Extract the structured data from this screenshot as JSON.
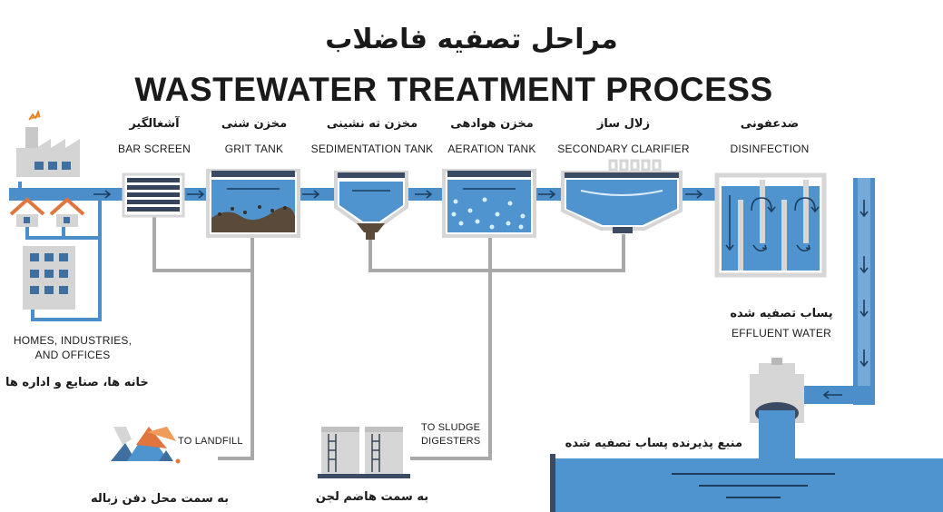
{
  "title_fa": "مراحل تصفیه فاضلاب",
  "title_en": "WASTEWATER TREATMENT PROCESS",
  "stages": [
    {
      "fa": "آشغالگیر",
      "en": "BAR SCREEN"
    },
    {
      "fa": "مخزن شنی",
      "en": "GRIT TANK"
    },
    {
      "fa": "مخزن ته نشینی",
      "en": "SEDIMENTATION TANK"
    },
    {
      "fa": "مخزن هوادهی",
      "en": "AERATION TANK"
    },
    {
      "fa": "زلال ساز",
      "en": "SECONDARY CLARIFIER"
    },
    {
      "fa": "ضدعفونی",
      "en": "DISINFECTION"
    }
  ],
  "sources": {
    "en_line1": "HOMES, INDUSTRIES,",
    "en_line2": "AND OFFICES",
    "fa": "خانه ها، صنایع و اداره ها"
  },
  "effluent": {
    "fa": "پساب تصفیه شده",
    "en": "EFFLUENT WATER"
  },
  "receiver_fa": "منبع پذیرنده پساب تصفیه شده",
  "landfill": {
    "en": "TO LANDFILL",
    "fa": "به سمت محل دفن زباله"
  },
  "digesters": {
    "en_line1": "TO SLUDGE",
    "en_line2": "DIGESTERS",
    "fa": "به سمت هاضم لجن"
  },
  "colors": {
    "pipe": "#4b8ec9",
    "pipe_dark": "#3a6f9e",
    "tank": "#4f93cf",
    "gray_pipe": "#a9a9a9",
    "outline": "#d6d6d6",
    "sludge": "#5a4a3a",
    "landfill": "#e0753e"
  }
}
